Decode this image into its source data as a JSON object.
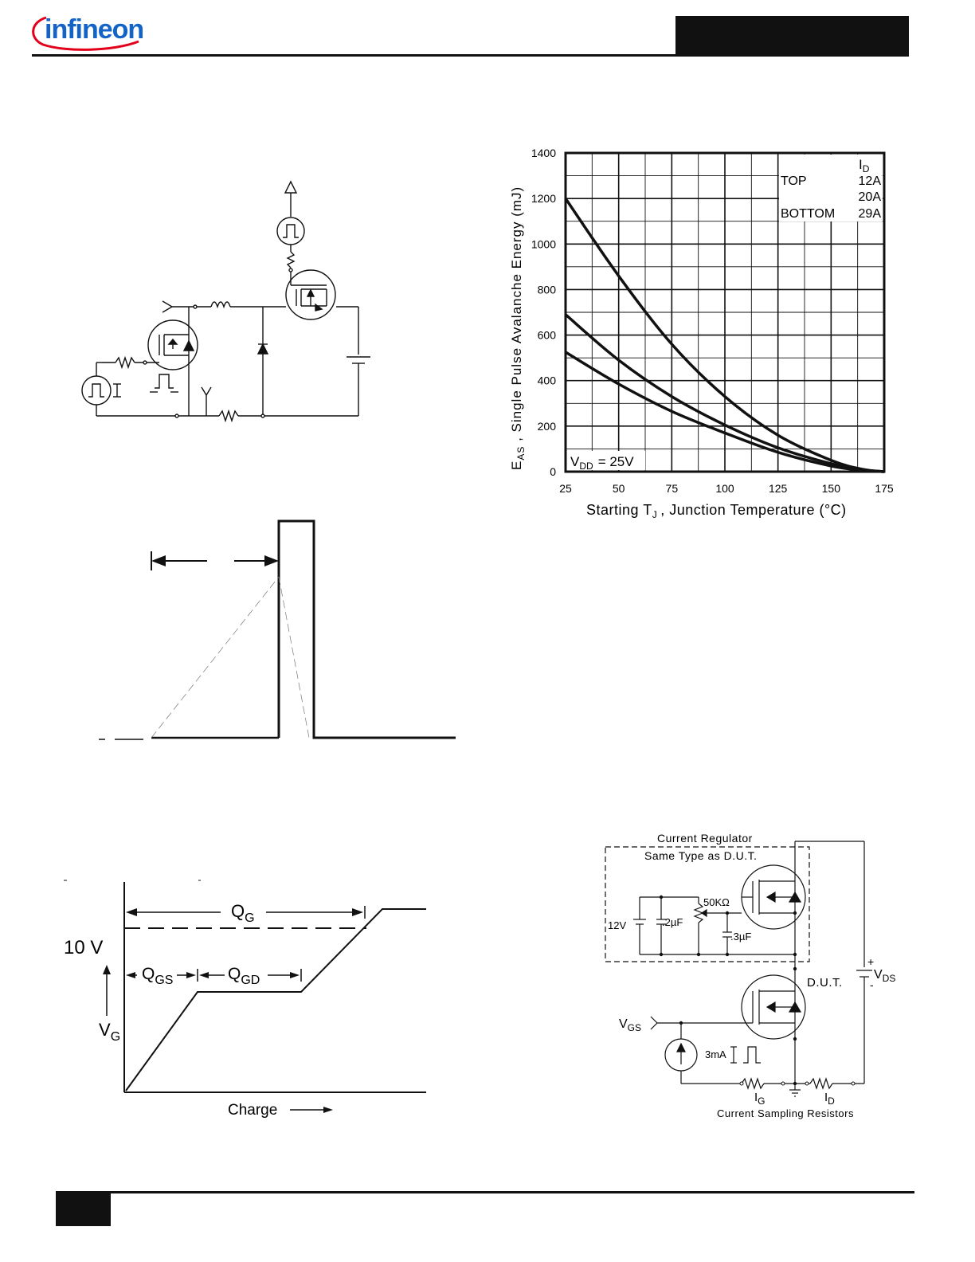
{
  "header": {
    "logo_text": "infineon"
  },
  "eas_chart": {
    "ylabel_main": "Single Pulse Avalanche Energy (mJ)",
    "ylabel_prefix": "E",
    "ylabel_prefix_sub": "AS",
    "xlabel_main": "Starting T",
    "xlabel_sub": "J",
    "xlabel_rest": ", Junction Temperature (°C)",
    "vdd_label_main": "V",
    "vdd_label_sub": "DD",
    "vdd_label_rest": "= 25V",
    "legend_header_main": "I",
    "legend_header_sub": "D",
    "legend_rows": [
      {
        "position": "TOP",
        "value": "12A"
      },
      {
        "position": "",
        "value": "20A"
      },
      {
        "position": "BOTTOM",
        "value": "29A"
      }
    ]
  },
  "chart_data": {
    "type": "line",
    "xlabel": "Starting TJ , Junction Temperature (°C)",
    "ylabel": "EAS , Single Pulse Avalanche Energy (mJ)",
    "xlim": [
      25,
      175
    ],
    "ylim": [
      0,
      1400
    ],
    "x_ticks": [
      "25",
      "50",
      "75",
      "100",
      "125",
      "150",
      "175"
    ],
    "y_ticks": [
      "0",
      "200",
      "400",
      "600",
      "800",
      "1000",
      "1200",
      "1400"
    ],
    "grid": true,
    "legend": "top-right",
    "series": [
      {
        "name": "TOP 12A",
        "x": [
          25,
          50,
          75,
          100,
          125,
          150,
          165,
          175
        ],
        "y": [
          1200,
          860,
          560,
          330,
          160,
          50,
          10,
          0
        ]
      },
      {
        "name": "20A",
        "x": [
          25,
          50,
          75,
          100,
          125,
          150,
          165,
          175
        ],
        "y": [
          690,
          490,
          330,
          205,
          105,
          35,
          8,
          0
        ]
      },
      {
        "name": "BOTTOM 29A",
        "x": [
          25,
          50,
          75,
          100,
          125,
          150,
          165,
          175
        ],
        "y": [
          525,
          385,
          265,
          170,
          85,
          25,
          6,
          0
        ]
      }
    ]
  },
  "gate_charge": {
    "qg_main": "Q",
    "qg_sub": "G",
    "v10_label": "10 V",
    "qgs_main": "Q",
    "qgs_sub": "GS",
    "qgd_main": "Q",
    "qgd_sub": "GD",
    "vg_main": "V",
    "vg_sub": "G",
    "x_label": "Charge"
  },
  "gate_test_circuit": {
    "regulator_title": "Current Regulator",
    "regulator_subtitle": "Same Type as D.U.T.",
    "supply_label": "12V",
    "cap1_label": ".2µF",
    "pot_label": "50KΩ",
    "cap2_label": ".3µF",
    "dut_label": "D.U.T.",
    "vds_plus": "+",
    "vds_main": "V",
    "vds_sub": "DS",
    "vds_minus": "-",
    "vgs_main": "V",
    "vgs_sub": "GS",
    "current_label": "3mA",
    "ig_main": "I",
    "ig_sub": "G",
    "id_main": "I",
    "id_sub": "D",
    "resistors_label": "Current Sampling Resistors"
  }
}
